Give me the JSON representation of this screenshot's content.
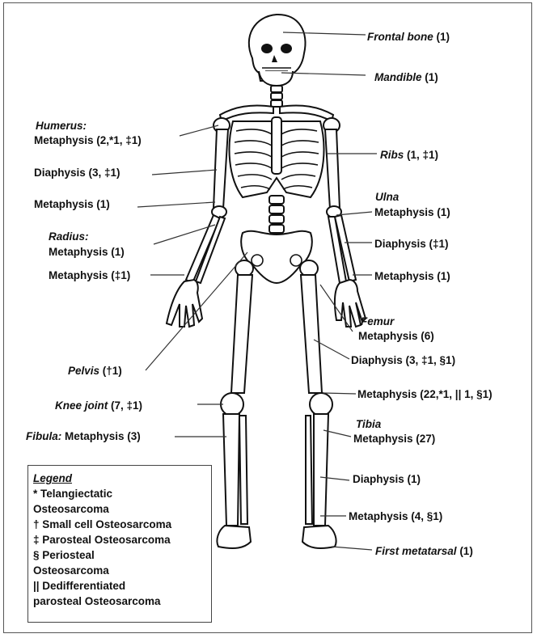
{
  "labels": {
    "frontal": {
      "name": "Frontal bone",
      "count": "(1)"
    },
    "mandible": {
      "name": "Mandible",
      "count": "(1)"
    },
    "humerus_title": "Humerus:",
    "humerus_meta1": "Metaphysis (2,*1, ‡1)",
    "humerus_dia": "Diaphysis (3, ‡1)",
    "humerus_meta2": "Metaphysis (1)",
    "ribs": {
      "name": "Ribs",
      "count": "(1, ‡1)"
    },
    "ulna_title": "Ulna",
    "ulna_meta1": "Metaphysis (1)",
    "ulna_dia": "Diaphysis (‡1)",
    "ulna_meta2": "Metaphysis (1)",
    "radius_title": "Radius:",
    "radius_meta1": "Metaphysis (1)",
    "radius_meta2": "Metaphysis (‡1)",
    "femur_title": "Femur",
    "femur_meta1": "Metaphysis (6)",
    "femur_dia": "Diaphysis (3, ‡1, §1)",
    "femur_meta2": "Metaphysis (22,*1, || 1, §1)",
    "pelvis": {
      "name": "Pelvis",
      "count": "(†1)"
    },
    "knee": {
      "name": "Knee joint",
      "count": "(7, ‡1)"
    },
    "fibula": {
      "name": "Fibula:",
      "count": "Metaphysis (3)"
    },
    "tibia_title": "Tibia",
    "tibia_meta1": "Metaphysis (27)",
    "tibia_dia": "Diaphysis (1)",
    "tibia_meta2": "Metaphysis (4, §1)",
    "metatarsal": {
      "name": "First metatarsal",
      "count": "(1)"
    }
  },
  "legend": {
    "title": "Legend",
    "lines": [
      "* Telangiectatic",
      "Osteosarcoma",
      "† Small cell Osteosarcoma",
      "‡ Parosteal Osteosarcoma",
      "§ Periosteal",
      "Osteosarcoma",
      "|| Dedifferentiated",
      "parosteal Osteosarcoma"
    ]
  }
}
